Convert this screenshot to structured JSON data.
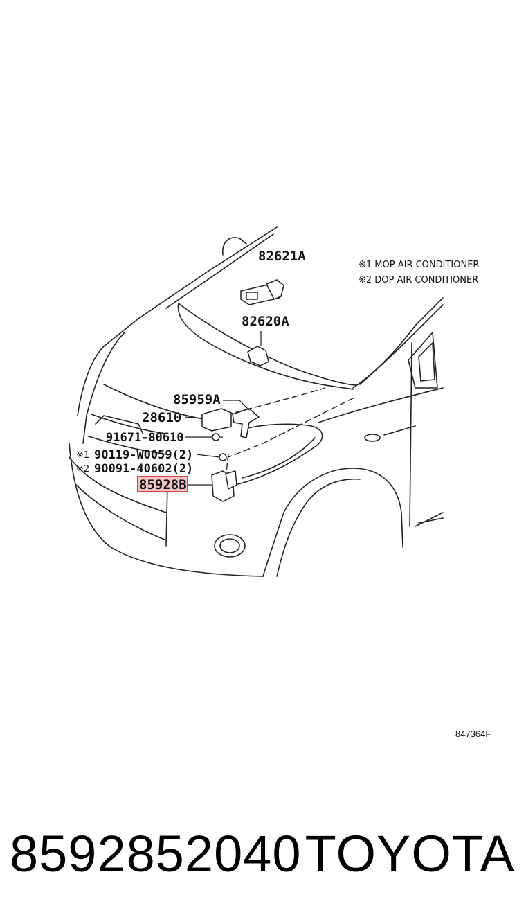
{
  "diagram": {
    "notes": [
      "※1 MOP AIR CONDITIONER",
      "※2 DOP AIR CONDITIONER"
    ],
    "parts": {
      "p1": "82621A",
      "p2": "82620A",
      "p3": "85959A",
      "p4": "28610",
      "p5": "91671-80610",
      "p6": "90119-W0059(2)",
      "p7": "90091-40602(2)",
      "p8": "85928B"
    },
    "markers": {
      "m1": "※1",
      "m2": "※2"
    },
    "figure_id": "847364F",
    "highlight_color": "#d64545"
  },
  "footer": {
    "part_number": "8592852040",
    "brand": "TOYOTA"
  }
}
